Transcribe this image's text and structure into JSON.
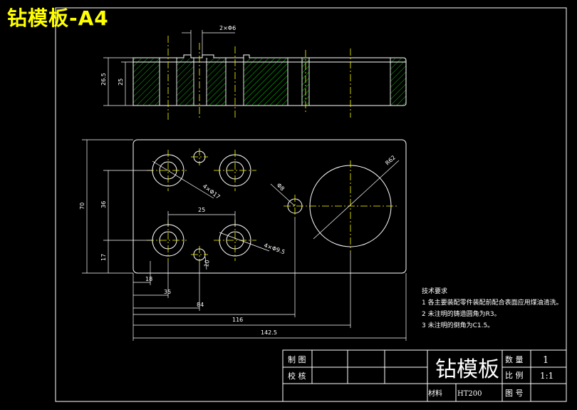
{
  "page_title": "钻模板-A4",
  "dimensions": {
    "hole_callout_top": "2×Φ6",
    "height_outer": "26.5",
    "height_inner": "25",
    "overall_height": "70",
    "hole_spacing_v": "36",
    "bottom_offset": "17",
    "hole_spacing_h": "25",
    "big_radius": "R62",
    "cbore_upper": "4×Φ17",
    "cbore_lower": "4×Φ9.5",
    "small_hole": "Φ8",
    "small_offset": "10",
    "dim_18": "18",
    "dim_35": "35",
    "dim_84": "84",
    "dim_116": "116",
    "dim_total": "142.5"
  },
  "tech_requirements": {
    "title": "技术要求",
    "items": [
      "1 各主要装配零件装配前配合表面应用煤油清洗。",
      "2 未注明的铸造圆角为R3。",
      "3 未注明的倒角为C1.5。"
    ]
  },
  "title_block": {
    "drawn_label": "制 图",
    "checked_label": "校 核",
    "part_name": "钻模板",
    "qty_label": "数 量",
    "qty_value": "1",
    "scale_label": "比 例",
    "scale_value": "1:1",
    "material_label": "材料",
    "material_value": "HT200",
    "drawing_no_label": "图 号"
  },
  "colors": {
    "outline": "#ffffff",
    "centerline": "#ffff00",
    "hatch": "#00ff00",
    "dimension": "#ffffff",
    "title": "#ffff00"
  }
}
